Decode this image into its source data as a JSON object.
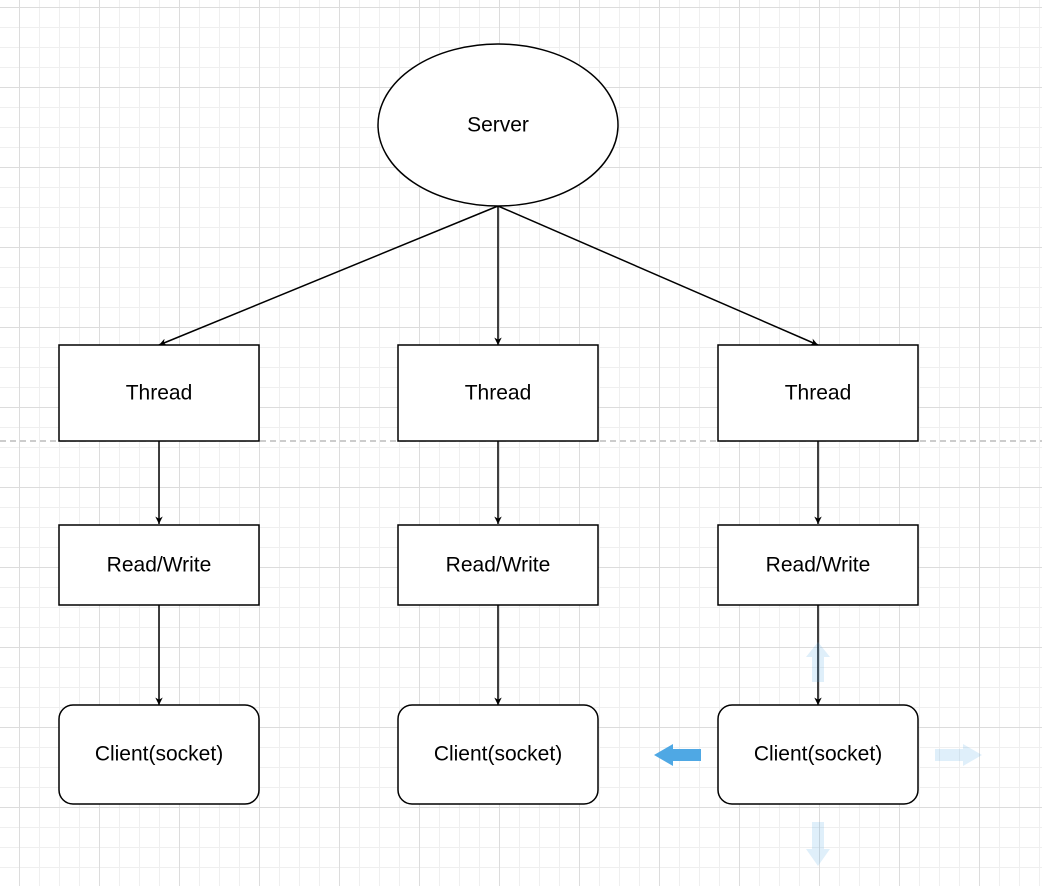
{
  "diagram": {
    "colors": {
      "stroke": "#000000",
      "fill": "#ffffff",
      "page_break": "#bbbbbb",
      "hover_arrow": "#4fa8e4"
    },
    "nodes": {
      "server": {
        "label": "Server"
      },
      "thread_1": {
        "label": "Thread"
      },
      "thread_2": {
        "label": "Thread"
      },
      "thread_3": {
        "label": "Thread"
      },
      "rw_1": {
        "label": "Read/Write"
      },
      "rw_2": {
        "label": "Read/Write"
      },
      "rw_3": {
        "label": "Read/Write"
      },
      "client_1": {
        "label": "Client(socket)"
      },
      "client_2": {
        "label": "Client(socket)"
      },
      "client_3": {
        "label": "Client(socket)"
      }
    },
    "edges": [
      {
        "from": "server",
        "to": "thread_1"
      },
      {
        "from": "server",
        "to": "thread_2"
      },
      {
        "from": "server",
        "to": "thread_3"
      },
      {
        "from": "thread_1",
        "to": "rw_1"
      },
      {
        "from": "thread_2",
        "to": "rw_2"
      },
      {
        "from": "thread_3",
        "to": "rw_3"
      },
      {
        "from": "rw_1",
        "to": "client_1"
      },
      {
        "from": "rw_2",
        "to": "client_2"
      },
      {
        "from": "rw_3",
        "to": "client_3"
      }
    ],
    "hover_arrows": [
      "up-arrow-icon",
      "left-arrow-icon",
      "right-arrow-icon",
      "down-arrow-icon"
    ]
  }
}
